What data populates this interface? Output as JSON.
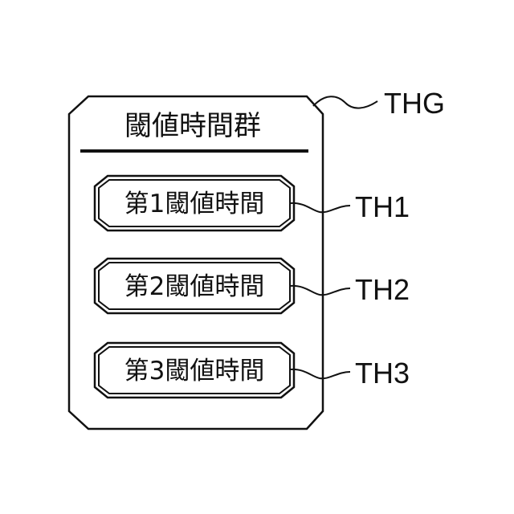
{
  "group": {
    "title": "閾値時間群",
    "ref": "THG"
  },
  "items": [
    {
      "label": "第1閾値時間",
      "ref": "TH1"
    },
    {
      "label": "第2閾値時間",
      "ref": "TH2"
    },
    {
      "label": "第3閾値時間",
      "ref": "TH3"
    }
  ]
}
